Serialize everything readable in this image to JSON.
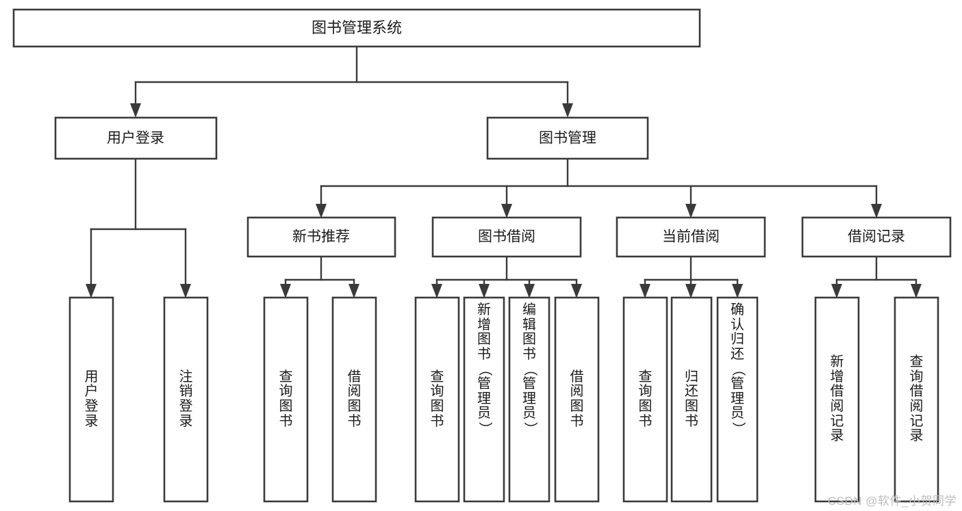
{
  "diagram": {
    "type": "tree-hierarchy",
    "title": "图书管理系统",
    "watermark": "CSDN @软件_小贺同学",
    "colors": {
      "background": "#ffffff",
      "stroke": "#3a3a3a",
      "text": "#1a1a1a",
      "watermark": "#bdbdbd"
    },
    "levels": {
      "root": {
        "label": "图书管理系统"
      },
      "level2": [
        {
          "label": "用户登录"
        },
        {
          "label": "图书管理"
        }
      ],
      "level3": [
        {
          "label": "新书推荐"
        },
        {
          "label": "图书借阅"
        },
        {
          "label": "当前借阅"
        },
        {
          "label": "借阅记录"
        }
      ],
      "leaves": {
        "user_login": [
          {
            "label": "用户登录"
          },
          {
            "label": "注销登录"
          }
        ],
        "new_book_recommend": [
          {
            "label": "查询图书"
          },
          {
            "label": "借阅图书"
          }
        ],
        "book_borrow": [
          {
            "label": "查询图书"
          },
          {
            "label": "新增图书（管理员）"
          },
          {
            "label": "编辑图书（管理员）"
          },
          {
            "label": "借阅图书"
          }
        ],
        "current_borrow": [
          {
            "label": "查询图书"
          },
          {
            "label": "归还图书"
          },
          {
            "label": "确认归还（管理员）"
          }
        ],
        "borrow_record": [
          {
            "label": "新增借阅记录"
          },
          {
            "label": "查询借阅记录"
          }
        ]
      }
    }
  }
}
